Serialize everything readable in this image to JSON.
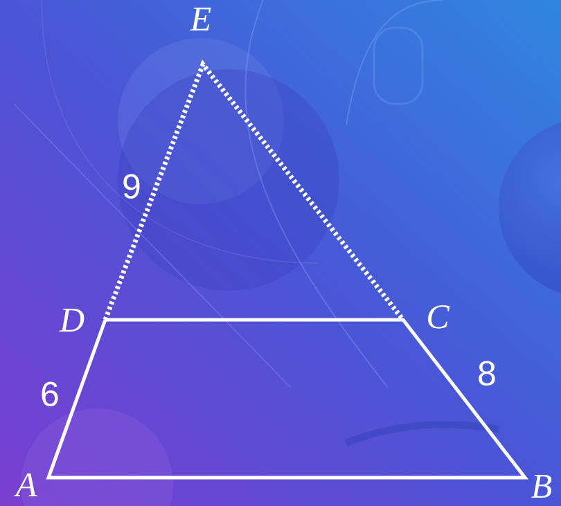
{
  "diagram": {
    "labels": [
      "E",
      "9",
      "D",
      "C",
      "8",
      "6",
      "A",
      "B"
    ]
  }
}
